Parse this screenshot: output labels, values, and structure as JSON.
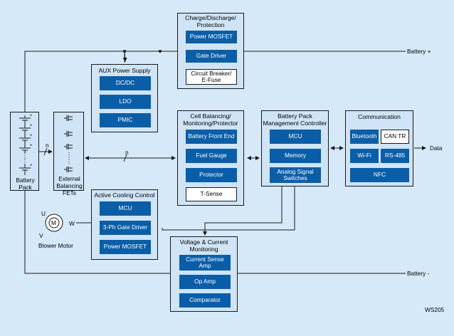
{
  "charge": {
    "title": "Charge/Discharge/\nProtection",
    "power_mosfet": "Power MOSFET",
    "gate_driver": "Gate Driver",
    "circuit_breaker": "Circuit Breaker/\nE-Fuse"
  },
  "aux": {
    "title": "AUX Power Supply",
    "dcdc": "DC/DC",
    "ldo": "LDO",
    "pmic": "PMIC"
  },
  "cellbal": {
    "title": "Cell Balancing/\nMonitoring/Protector",
    "afe": "Battery Front End",
    "fuel": "Fuel Gauge",
    "protector": "Protector",
    "tsense": "T-Sense"
  },
  "bpmc": {
    "title": "Battery Pack\nManagement Controller",
    "mcu": "MCU",
    "memory": "Memory",
    "analog": "Analog Signal\nSwitches"
  },
  "comm": {
    "title": "Communication",
    "bluetooth": "Bluetooth",
    "cantr": "CAN TR",
    "wifi": "Wi-Fi",
    "rs485": "RS-485",
    "nfc": "NFC"
  },
  "cooling": {
    "title": "Active Cooling Control",
    "mcu": "MCU",
    "gate": "3-Ph Gate Driver",
    "mosfet": "Power MOSFET"
  },
  "vcm": {
    "title": "Voltage & Current\nMonitoring",
    "csa": "Current Sense\nAmp",
    "opamp": "Op Amp",
    "comparator": "Comparator"
  },
  "battery_pack": "Battery\nPack",
  "balancing_fets": "External\nBalancing\nFETs",
  "blower": "Blower Motor",
  "motor_symbol": "M",
  "phase_u": "U",
  "phase_v": "V",
  "phase_w": "W",
  "n_label": "n",
  "plus_sign": "+",
  "battery_plus": "Battery +",
  "battery_minus": "Battery -",
  "data_label": "Data",
  "figure_id": "WS205"
}
